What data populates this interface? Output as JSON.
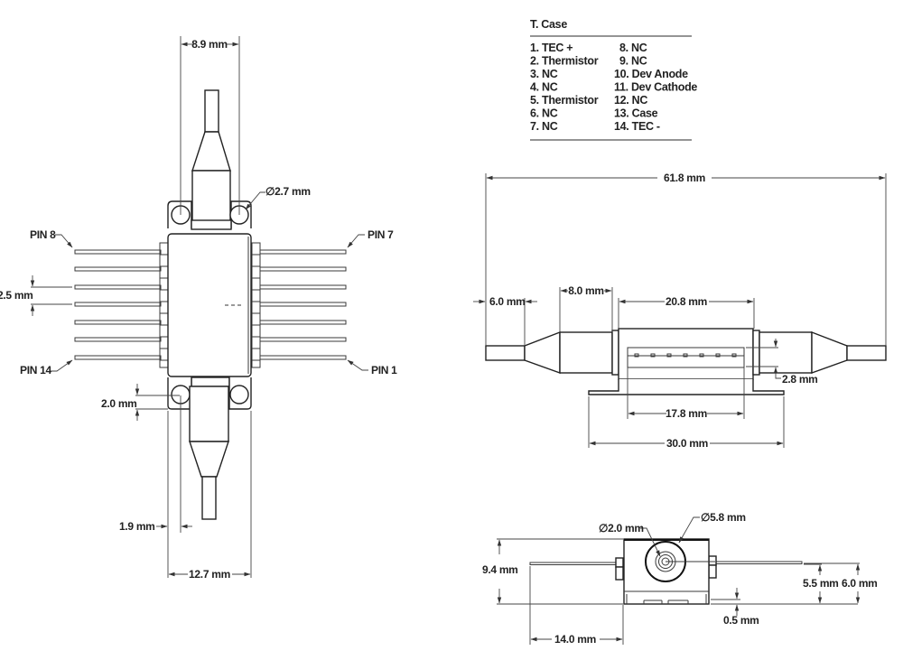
{
  "pin_table": {
    "header": "T. Case",
    "left_column": [
      "1. TEC +",
      "2. Thermistor",
      "3. NC",
      "4. NC",
      "5. Thermistor",
      "6. NC",
      "7. NC"
    ],
    "right_column": [
      "8. NC",
      "9. NC",
      "10. Dev Anode",
      "11. Dev Cathode",
      "12. NC",
      "13. Case",
      "14. TEC -"
    ]
  },
  "top_view": {
    "width_holes": "8.9 mm",
    "hole_diameter": "∅2.7 mm",
    "pin_pitch": "2.5 mm",
    "hole_offset_y": "2.0 mm",
    "hole_offset_x": "1.9 mm",
    "overall_width": "12.7 mm",
    "pin_labels": {
      "top_left": "PIN 8",
      "top_right": "PIN 7",
      "bottom_left": "PIN 14",
      "bottom_right": "PIN 1"
    }
  },
  "side_view": {
    "overall_length": "61.8 mm",
    "boot_length": "6.0 mm",
    "tail_length": "8.0 mm",
    "body_length": "20.8 mm",
    "pin_height": "2.8 mm",
    "pin_span": "17.8 mm",
    "flange_length": "30.0 mm"
  },
  "end_view": {
    "fiber_diameter": "∅2.0 mm",
    "boot_diameter": "∅5.8 mm",
    "height": "9.4 mm",
    "pin_length": "14.0 mm",
    "pin_height_a": "5.5 mm",
    "pin_height_b": "6.0 mm",
    "standoff": "0.5 mm"
  }
}
